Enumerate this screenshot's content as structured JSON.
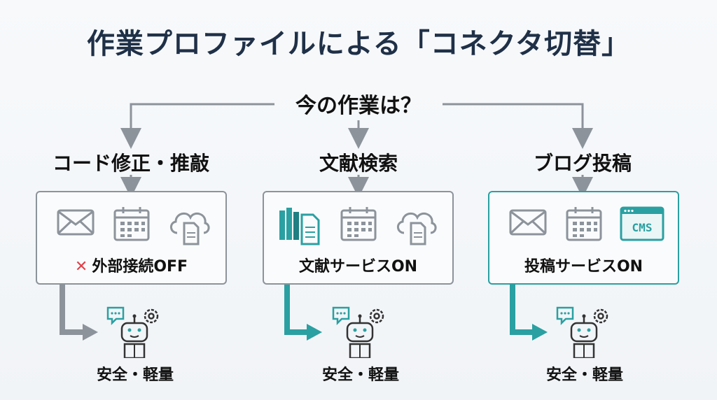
{
  "title": "作業プロファイルによる「コネクタ切替」",
  "question": "今の作業は？",
  "columns": [
    {
      "title": "コード修正・推敲",
      "status_mark": "✕",
      "status": "外部接続OFF",
      "result": "安全・軽量",
      "highlight": false
    },
    {
      "title": "文献検索",
      "status_mark": "",
      "status": "文献サービスON",
      "result": "安全・軽量",
      "highlight": false
    },
    {
      "title": "ブログ投稿",
      "status_mark": "",
      "status": "投稿サービスON",
      "result": "安全・軽量",
      "highlight": true,
      "cms_label": "CMS"
    }
  ],
  "colors": {
    "title": "#1f3047",
    "gray_line": "#8c939b",
    "teal": "#2aa0a2",
    "red_x": "#e0414a"
  }
}
